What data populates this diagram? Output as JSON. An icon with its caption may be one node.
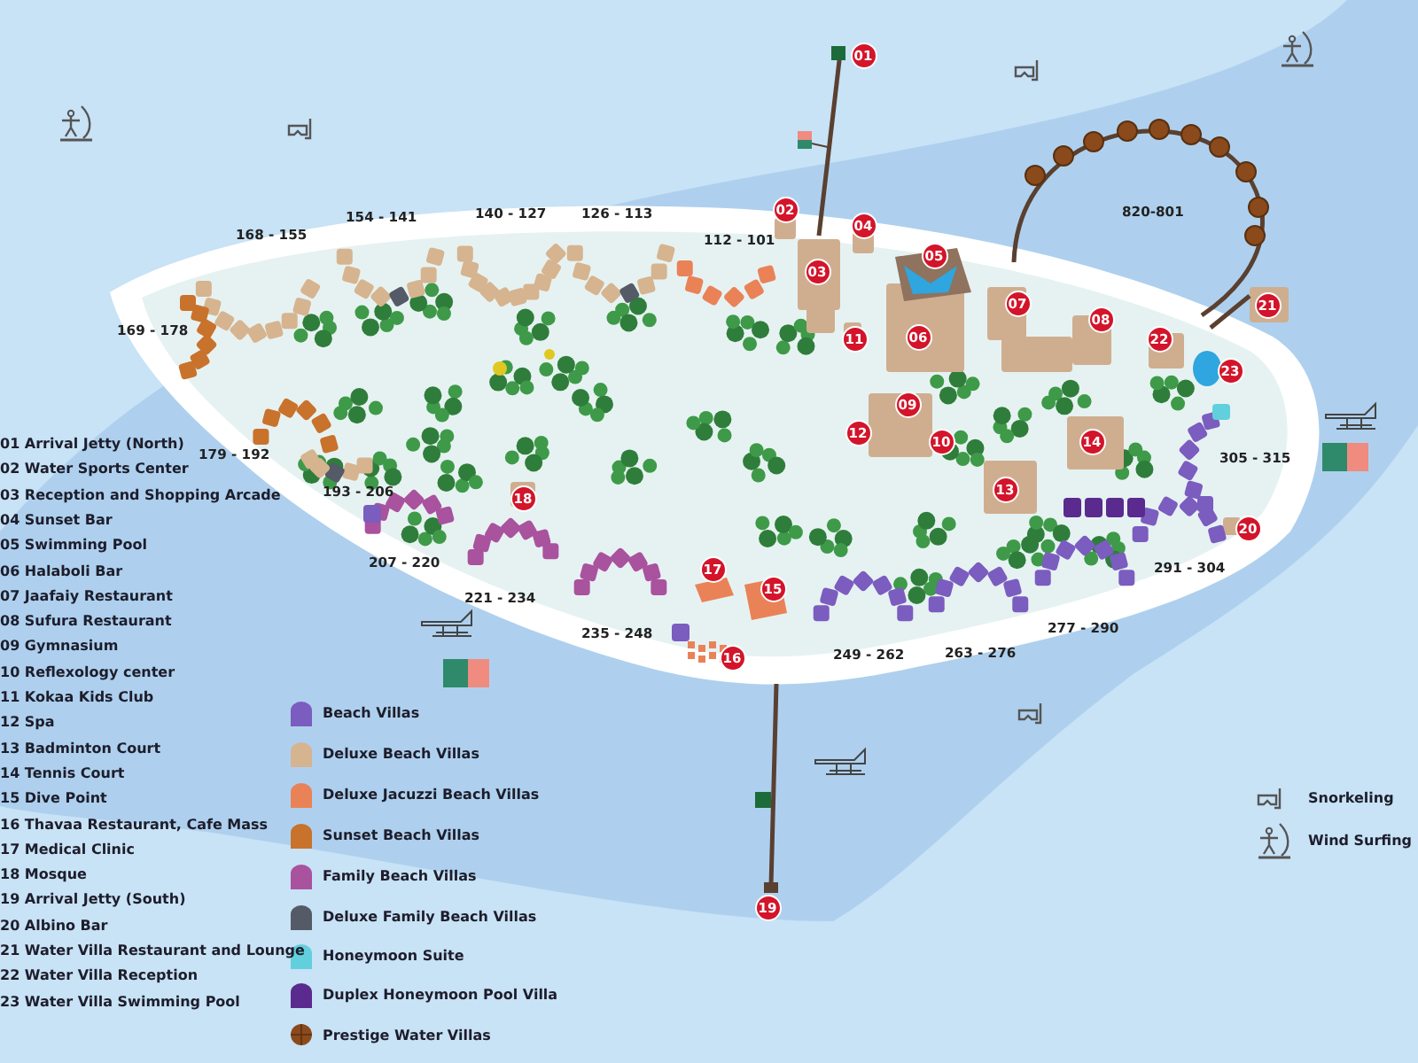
{
  "diagram": {
    "nodes": [
      {
        "text": [
          "01"
        ]
      },
      {
        "text": [
          "02"
        ]
      },
      {
        "text": [
          "03"
        ]
      },
      {
        "text": [
          "04"
        ]
      },
      {
        "text": [
          "05"
        ]
      },
      {
        "text": [
          "06"
        ]
      },
      {
        "text": [
          "07"
        ]
      },
      {
        "text": [
          "08"
        ]
      },
      {
        "text": [
          "09"
        ]
      },
      {
        "text": [
          "10"
        ]
      },
      {
        "text": [
          "11"
        ]
      },
      {
        "text": [
          "12"
        ]
      },
      {
        "text": [
          "13"
        ]
      },
      {
        "text": [
          "14"
        ]
      },
      {
        "text": [
          "15"
        ]
      },
      {
        "text": [
          "16"
        ]
      },
      {
        "text": [
          "17"
        ]
      },
      {
        "text": [
          "18"
        ]
      },
      {
        "text": [
          "19"
        ]
      },
      {
        "text": [
          "20"
        ]
      },
      {
        "text": [
          "21"
        ]
      },
      {
        "text": [
          "22"
        ]
      },
      {
        "text": [
          "23"
        ]
      }
    ],
    "labels": [
      "01 Arrival Jetty (North)",
      "02 Water Sports Center",
      "03 Reception and Shopping Arcade",
      "04 Sunset Bar",
      "05 Swimming Pool",
      "06 Halaboli Bar",
      "07 Jaafaiy Restaurant",
      "08 Sufura Restaurant",
      "09 Gymnasium",
      "10 Reflexology center",
      "11 Kokaa Kids Club",
      "12 Spa",
      "13 Badminton Court",
      "14 Tennis Court",
      "15 Dive Point",
      "16 Thavaa Restaurant, Cafe Mass",
      "17 Medical Clinic",
      "18 Mosque",
      "19 Arrival Jetty (South)",
      "20 Albino Bar",
      "21 Water Villa Restaurant and Lounge",
      "22 Water Villa Reception",
      "23 Water Villa Swimming Pool",
      "168 - 155",
      "154 - 141",
      "140 - 127",
      "126 - 113",
      "112 - 101",
      "820-801",
      "169 - 178",
      "179 - 192",
      "193 - 206",
      "305 - 315",
      "207 - 220",
      "291 - 304",
      "221 - 234",
      "235 - 248",
      "277 - 290",
      "249 - 262",
      "263 - 276"
    ],
    "legend": [
      {
        "text": "Beach Villas",
        "color": "#7b5cbf"
      },
      {
        "text": "Deluxe Beach Villas",
        "color": "#d6b48f"
      },
      {
        "text": "Deluxe Jacuzzi Beach Villas",
        "color": "#ea8258"
      },
      {
        "text": "Sunset Beach Villas",
        "color": "#c8722c"
      },
      {
        "text": "Family Beach Villas",
        "color": "#a9529e"
      },
      {
        "text": "Deluxe Family Beach Villas",
        "color": "#545b66"
      },
      {
        "text": "Honeymoon Suite",
        "color": "#62d0dc"
      },
      {
        "text": "Duplex Honeymoon Pool Villa",
        "color": "#5a2a8e"
      },
      {
        "text": "Prestige Water Villas",
        "color": "#8b4a1c"
      },
      {
        "text": "Snorkeling"
      },
      {
        "text": "Wind Surfing"
      }
    ]
  }
}
